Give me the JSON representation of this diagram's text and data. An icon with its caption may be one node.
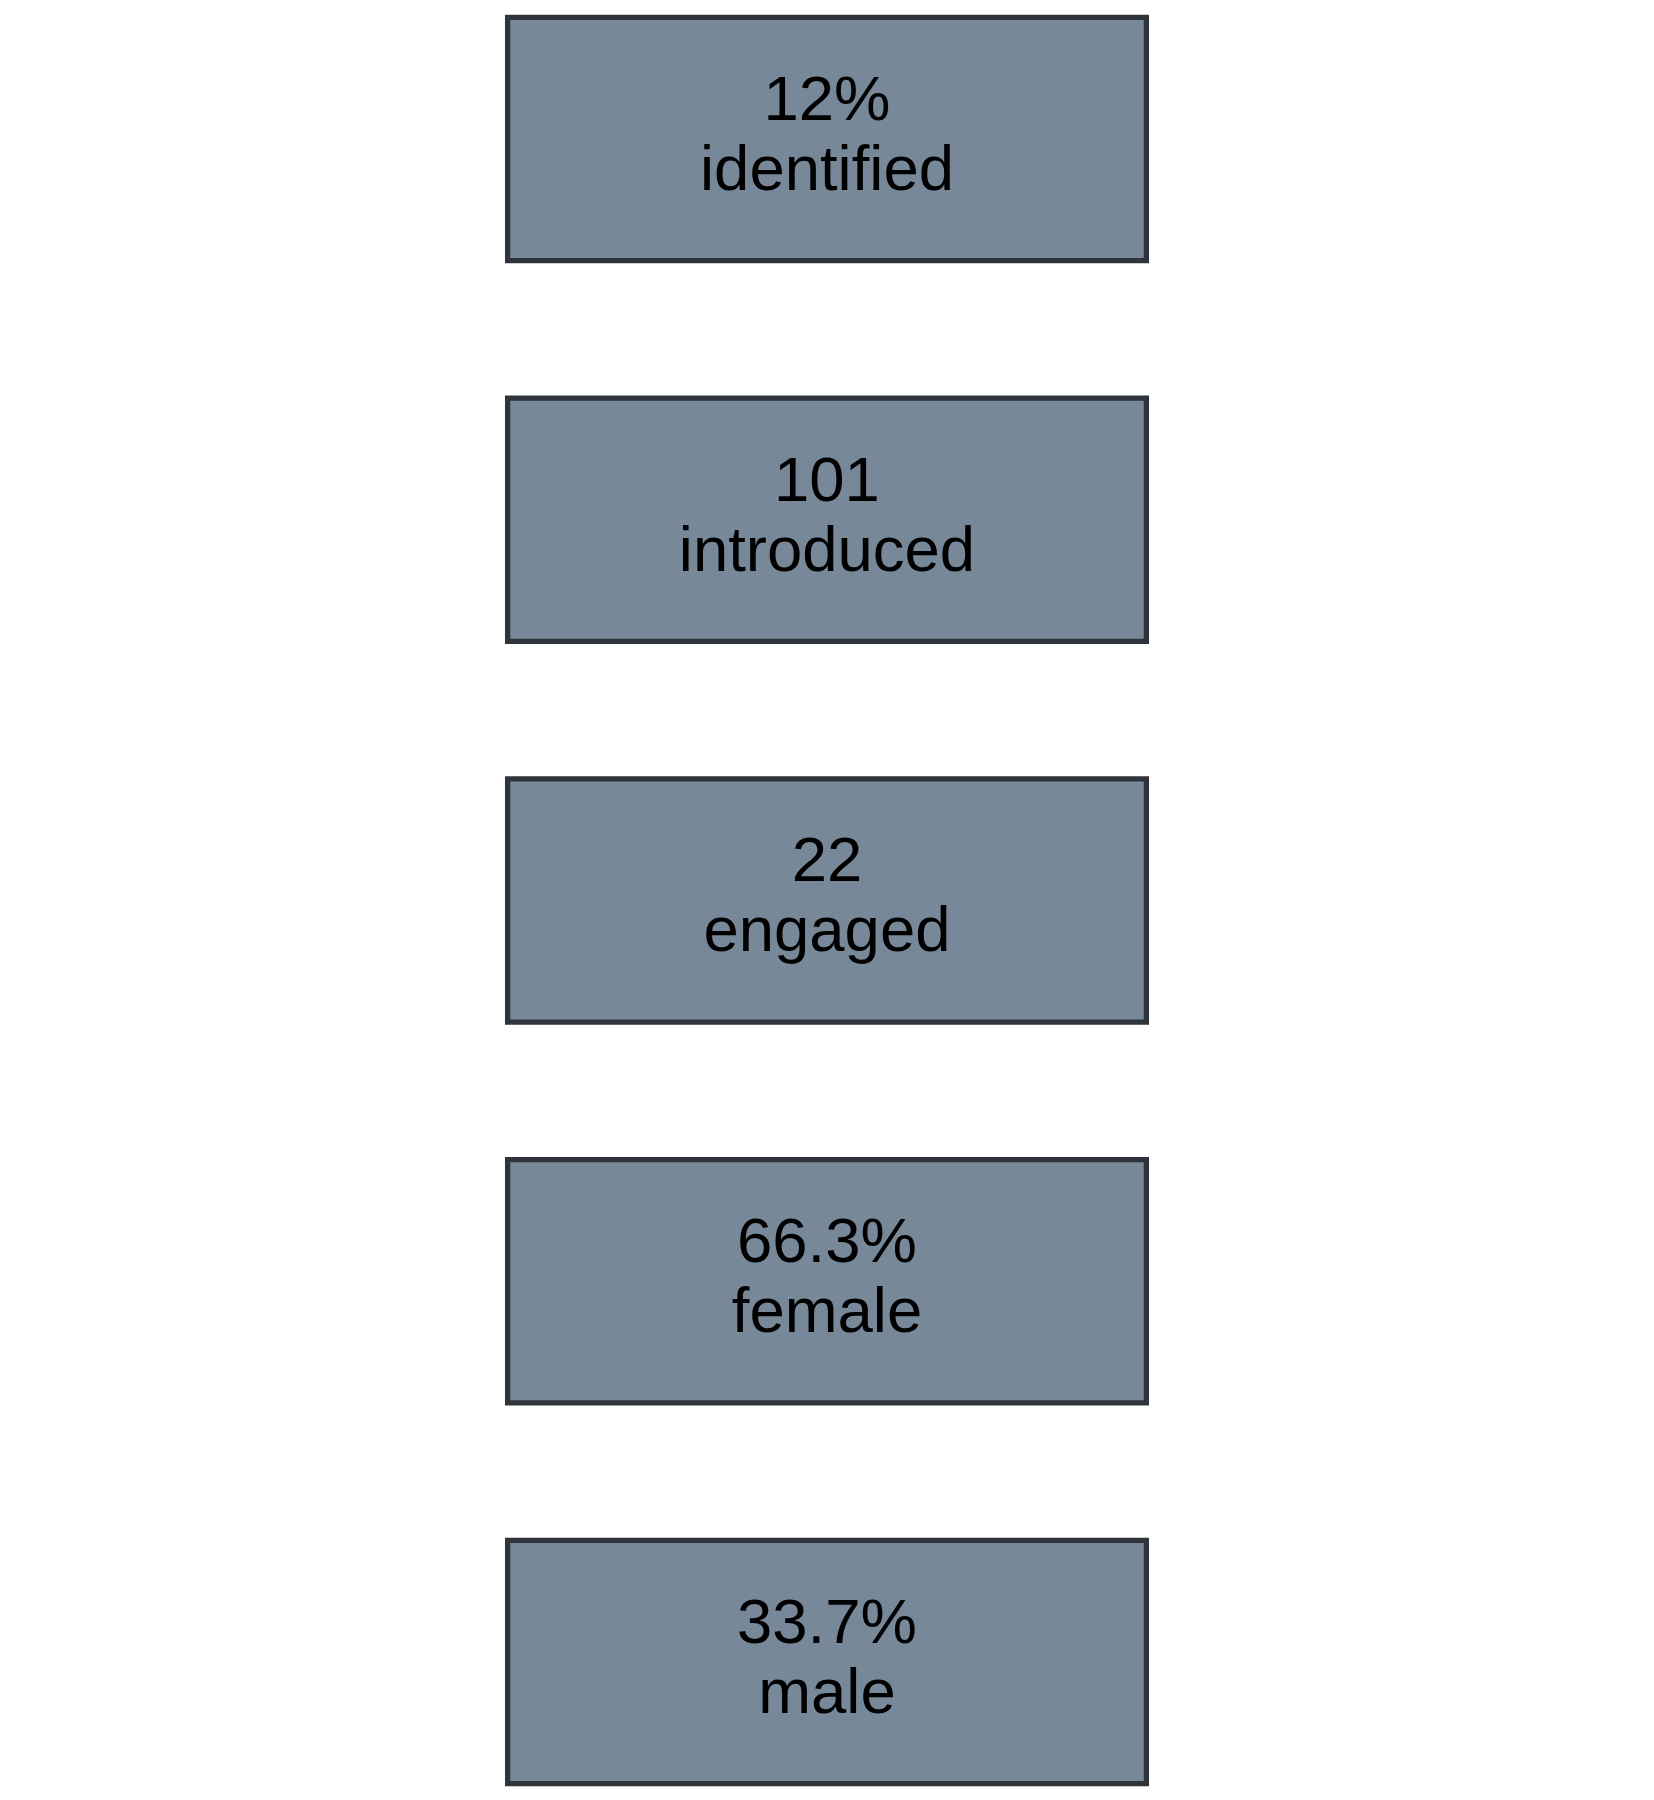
{
  "diagram": {
    "nodes": [
      {
        "text": [
          "12%",
          "identified"
        ]
      },
      {
        "text": [
          "101",
          "introduced"
        ]
      },
      {
        "text": [
          "22",
          "engaged"
        ]
      },
      {
        "text": [
          "66.3%",
          "female"
        ]
      },
      {
        "text": [
          "33.7%",
          "male"
        ]
      }
    ]
  }
}
